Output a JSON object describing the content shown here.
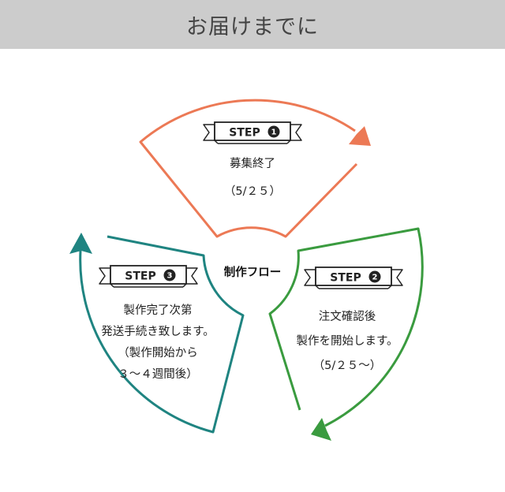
{
  "header": {
    "title": "お届けまでに"
  },
  "center": {
    "label": "制作フロー"
  },
  "colors": {
    "step1": "#ec7955",
    "step2": "#3a9b3f",
    "step3": "#1f8481",
    "header_bg": "#cccccc"
  },
  "steps": [
    {
      "badge": "STEP",
      "number": "1",
      "lines": [
        "募集終了",
        "（5/２５）"
      ]
    },
    {
      "badge": "STEP",
      "number": "2",
      "lines": [
        "注文確認後",
        "製作を開始します。",
        "（5/２５～）"
      ]
    },
    {
      "badge": "STEP",
      "number": "3",
      "lines": [
        "製作完了次第",
        "発送手続き致します。",
        "（製作開始から",
        "３～４週間後）"
      ]
    }
  ]
}
